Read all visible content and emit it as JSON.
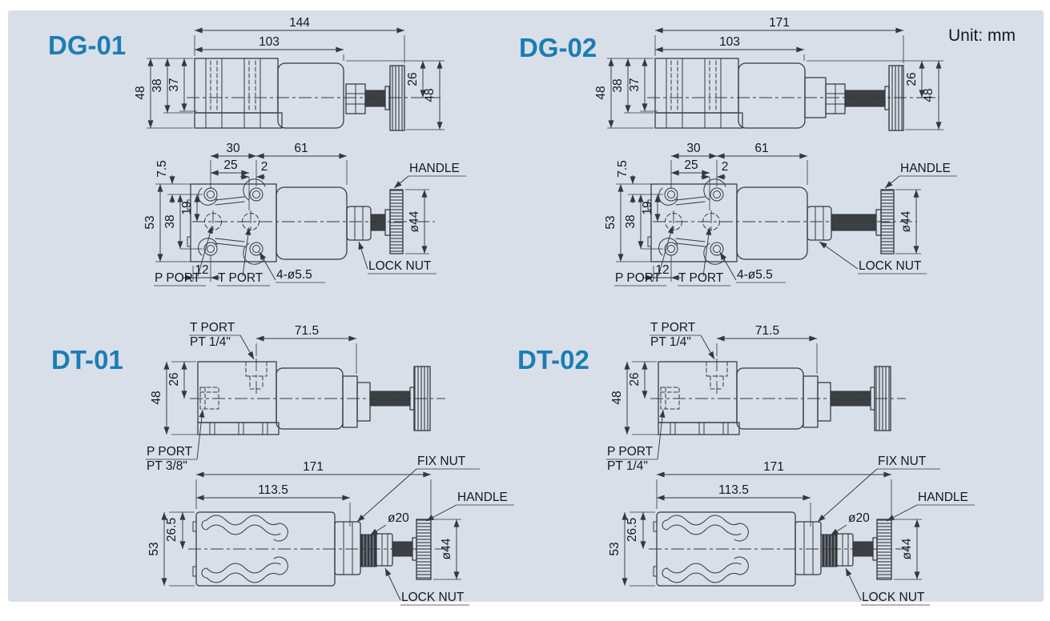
{
  "page": {
    "unit_label": "Unit: mm",
    "colors": {
      "panel_bg": "#d8dfe9",
      "title_accent": "#1b7db4",
      "ink": "#35383b"
    }
  },
  "dg01": {
    "title": "DG-01",
    "side": {
      "total": "144",
      "body": "103",
      "height": "48",
      "h38": "38",
      "h37": "37",
      "r26": "26",
      "r48": "48"
    },
    "plan": {
      "w30": "30",
      "w61": "61",
      "w25": "25",
      "w2": "2",
      "h75": "7.5",
      "h19": "19",
      "h38": "38",
      "h53": "53",
      "w12": "12",
      "handle": "HANDLE",
      "dia44": "ø44",
      "lock_nut": "LOCK NUT",
      "p_port": "P PORT",
      "t_port": "T PORT",
      "holes": "4-ø5.5"
    }
  },
  "dg02": {
    "title": "DG-02",
    "side": {
      "total": "171",
      "body": "103",
      "height": "48",
      "h38": "38",
      "h37": "37",
      "r26": "26",
      "r48": "48"
    },
    "plan": {
      "w30": "30",
      "w61": "61",
      "w25": "25",
      "w2": "2",
      "h75": "7.5",
      "h19": "19",
      "h38": "38",
      "h53": "53",
      "w12": "12",
      "handle": "HANDLE",
      "dia44": "ø44",
      "lock_nut": "LOCK NUT",
      "p_port": "P PORT",
      "t_port": "T PORT",
      "holes": "4-ø5.5"
    }
  },
  "dt01": {
    "title": "DT-01",
    "side": {
      "t_port": "T PORT",
      "t_size": "PT 1/4\"",
      "len": "71.5",
      "h26": "26",
      "h48": "48",
      "p_port": "P PORT",
      "p_size": "PT 3/8\""
    },
    "plan": {
      "total": "171",
      "body": "113.5",
      "h265": "26.5",
      "h53": "53",
      "fix_nut": "FIX NUT",
      "dia20": "ø20",
      "handle": "HANDLE",
      "dia44": "ø44",
      "lock_nut": "LOCK NUT"
    }
  },
  "dt02": {
    "title": "DT-02",
    "side": {
      "t_port": "T PORT",
      "t_size": "PT 1/4\"",
      "len": "71.5",
      "h26": "26",
      "h48": "48",
      "p_port": "P PORT",
      "p_size": "PT 1/4\""
    },
    "plan": {
      "total": "171",
      "body": "113.5",
      "h265": "26.5",
      "h53": "53",
      "fix_nut": "FIX NUT",
      "dia20": "ø20",
      "handle": "HANDLE",
      "dia44": "ø44",
      "lock_nut": "LOCK NUT"
    }
  }
}
